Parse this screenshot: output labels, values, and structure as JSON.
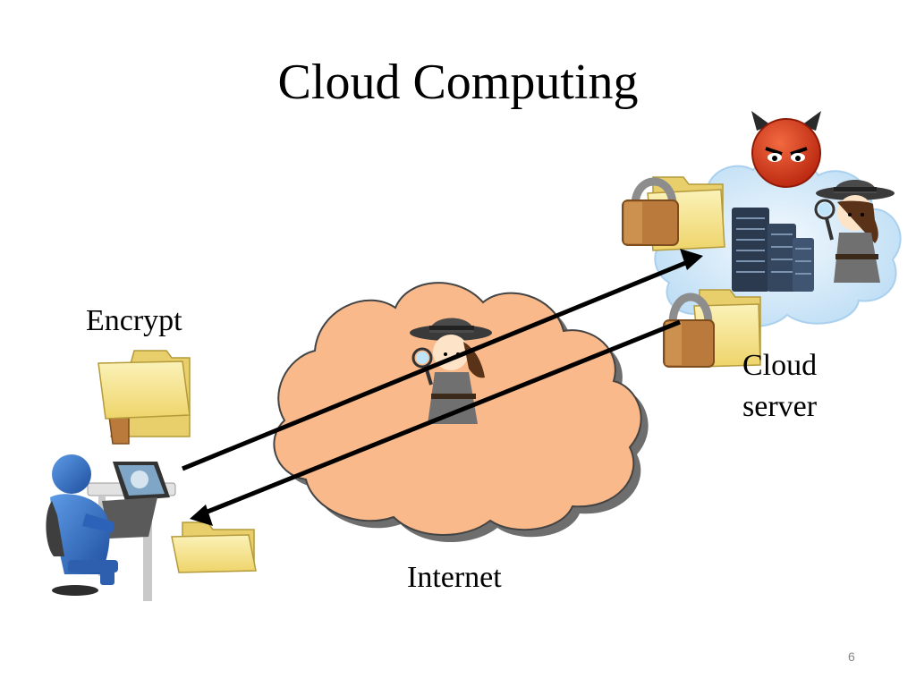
{
  "slide": {
    "title": "Cloud Computing",
    "page_number": "6"
  },
  "labels": {
    "encrypt": "Encrypt",
    "cloud_server_line1": "Cloud",
    "cloud_server_line2": "server",
    "internet": "Internet"
  },
  "icons": [
    "user-at-computer-icon",
    "folder-icon",
    "locked-folder-icon",
    "server-rack-icon",
    "spy-detective-icon",
    "devil-face-icon",
    "internet-cloud-icon",
    "arrow-icon"
  ],
  "colors": {
    "internet_cloud": "#F9B98A",
    "server_cloud": "#CFE6F8",
    "folder": "#F6E289",
    "padlock": "#B97A3C",
    "user": "#2F6EC9",
    "devil": "#D43A1E"
  }
}
